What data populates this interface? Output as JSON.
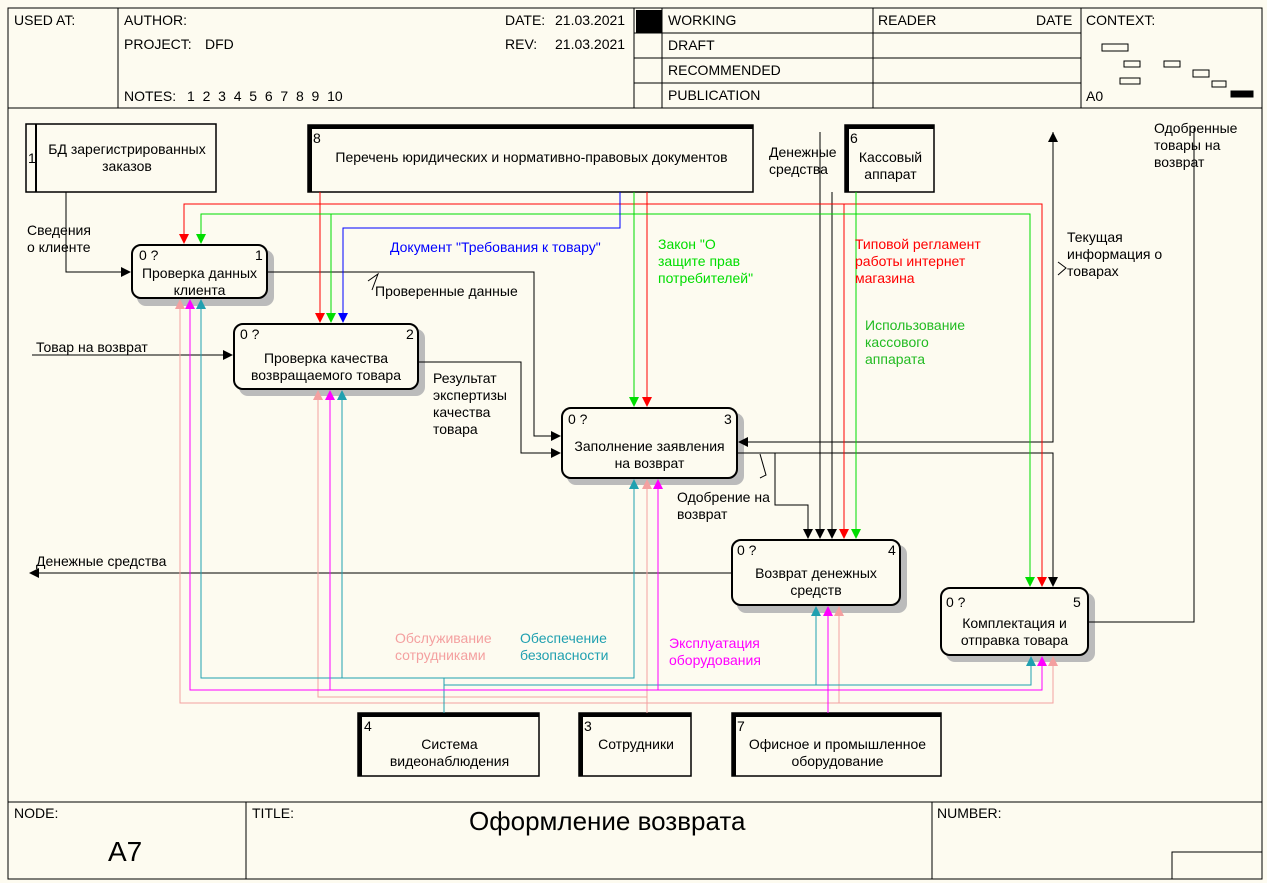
{
  "header": {
    "used_at": "USED AT:",
    "author": "AUTHOR:",
    "project_label": "PROJECT:",
    "project": "DFD",
    "date_label": "DATE:",
    "date": "21.03.2021",
    "rev_label": "REV:",
    "rev": "21.03.2021",
    "notes_label": "NOTES:",
    "notes": "1  2  3  4  5  6  7  8  9  10",
    "status": [
      "WORKING",
      "DRAFT",
      "RECOMMENDED",
      "PUBLICATION"
    ],
    "reader": "READER",
    "reader_date": "DATE",
    "context": "CONTEXT:",
    "context_node": "A0"
  },
  "footer": {
    "node_label": "NODE:",
    "node": "A7",
    "title_label": "TITLE:",
    "title": "Оформление возврата",
    "number_label": "NUMBER:"
  },
  "activities": [
    {
      "id": "1",
      "meta": "0 ?",
      "label": "Проверка данных\nклиента"
    },
    {
      "id": "2",
      "meta": "0 ?",
      "label": "Проверка качества\nвозвращаемого товара"
    },
    {
      "id": "3",
      "meta": "0 ?",
      "label": "Заполнение заявления\nна возврат"
    },
    {
      "id": "4",
      "meta": "0 ?",
      "label": "Возврат денежных\nсредств"
    },
    {
      "id": "5",
      "meta": "0 ?",
      "label": "Комплектация и\nотправка товара"
    }
  ],
  "externals": [
    {
      "id": "1",
      "label": "БД зарегистрированных\nзаказов"
    },
    {
      "id": "8",
      "label": "Перечень юридических и нормативно-правовых документов"
    },
    {
      "id": "6",
      "label": "Кассовый\nаппарат"
    },
    {
      "id": "4",
      "label": "Система\nвидеонаблюдения"
    },
    {
      "id": "3",
      "label": "Сотрудники"
    },
    {
      "id": "7",
      "label": "Офисное и промышленное\nоборудование"
    }
  ],
  "arrows": {
    "client_info": "Сведения\nо клиенте",
    "returned_goods": "Товар на возврат",
    "checked_data": "Проверенные данные",
    "expertise": "Результат\nэкспертизы\nкачества\nтовара",
    "approval": "Одобрение на\nвозврат",
    "money_out": "Денежные средства",
    "money_in": "Денежные\nсредства",
    "approved_goods": "Одобренные\nтовары на\nвозврат",
    "current_info": "Текущая\nинформация о\nтоварах",
    "doc_requirements": "Документ \"Требования к товару\"",
    "law": "Закон \"О\nзащите прав\nпотребителей\"",
    "regulation": "Типовой регламент\nработы интернет\nмагазина",
    "cash_usage": "Использование\nкассового\nаппарата",
    "staff_service": "Обслуживание\nсотрудниками",
    "security": "Обеспечение\nбезопасности",
    "equipment": "Эксплуатация\nоборудования"
  },
  "colors": {
    "red": "#ff0000",
    "green": "#00dd00",
    "blue": "#0000ff",
    "pink": "#f4a0a0",
    "teal": "#20a0b0",
    "magenta": "#ff00ff",
    "black": "#000000",
    "paper": "#fdfbf0"
  }
}
